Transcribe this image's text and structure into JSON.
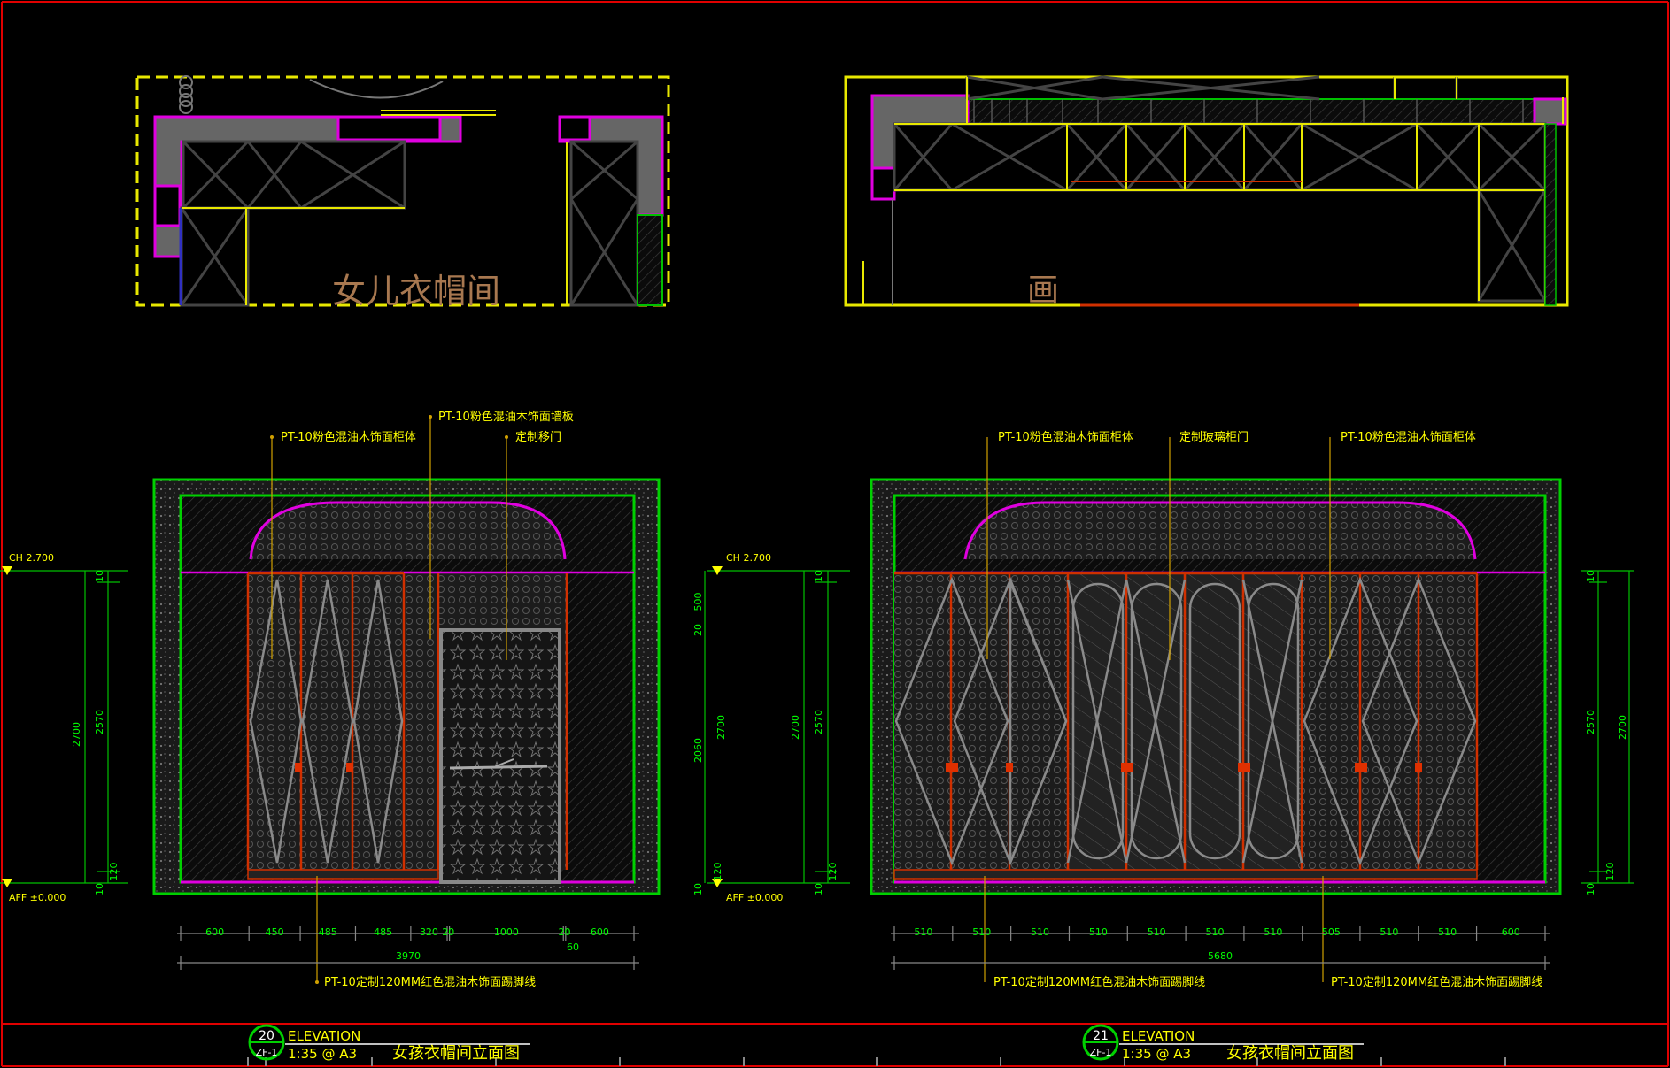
{
  "plan_labels": {
    "left_room": "女儿衣帽间",
    "right_room": "画"
  },
  "elevation_left": {
    "callouts": {
      "top_left": "PT-10粉色混油木饰面柜体",
      "top_mid": "PT-10粉色混油木饰面墙板",
      "top_right": "定制移门",
      "bottom": "PT-10定制120MM红色混油木饰面踢脚线"
    },
    "levels": {
      "top": "CH 2.700",
      "bottom": "AFF ±0.000"
    },
    "vert_dims": {
      "outer": "2700",
      "inner": "2570",
      "top_gap": "10",
      "base": "120",
      "bottom_gap": "10"
    },
    "horiz_dims": [
      "600",
      "450",
      "485",
      "485",
      "320",
      "20",
      "1000",
      "20",
      "600"
    ],
    "horiz_extra": "60",
    "total": "3970",
    "title": {
      "number": "20",
      "sheet": "ZF-1",
      "heading": "ELEVATION",
      "scale": "1:35 @ A3",
      "name": "女孩衣帽间立面图"
    }
  },
  "elevation_right": {
    "callouts": {
      "top_left": "PT-10粉色混油木饰面柜体",
      "top_mid": "定制玻璃柜门",
      "top_right": "PT-10粉色混油木饰面柜体",
      "bottom_left": "PT-10定制120MM红色混油木饰面踢脚线",
      "bottom_right": "PT-10定制120MM红色混油木饰面踢脚线"
    },
    "levels": {
      "top": "CH 2.700",
      "bottom": "AFF ±0.000"
    },
    "vert_dims_left": {
      "top": "500",
      "gap": "20",
      "mid": "2060",
      "base": "120",
      "bottom_gap": "10",
      "outer": "2700"
    },
    "vert_dims_mid": {
      "outer": "2700",
      "inner": "2570",
      "top_gap": "10",
      "base": "120",
      "bottom_gap": "10"
    },
    "vert_dims_right": {
      "inner": "2570",
      "outer": "2700",
      "top_gap": "10",
      "base": "120",
      "bottom_gap": "10"
    },
    "horiz_dims": [
      "510",
      "510",
      "510",
      "510",
      "510",
      "510",
      "510",
      "505",
      "510",
      "510",
      "600"
    ],
    "total": "5680",
    "title": {
      "number": "21",
      "sheet": "ZF-1",
      "heading": "ELEVATION",
      "scale": "1:35 @ A3",
      "name": "女孩衣帽间立面图"
    }
  },
  "colors": {
    "frame": "#e00000",
    "wall": "#00d000",
    "cabinet": "#e8e800",
    "highlight": "#e000e0",
    "door": "#d03000",
    "dim": "#00ff00",
    "note": "#ffff00",
    "leader": "#d0a000",
    "room_label": "#a87850"
  }
}
